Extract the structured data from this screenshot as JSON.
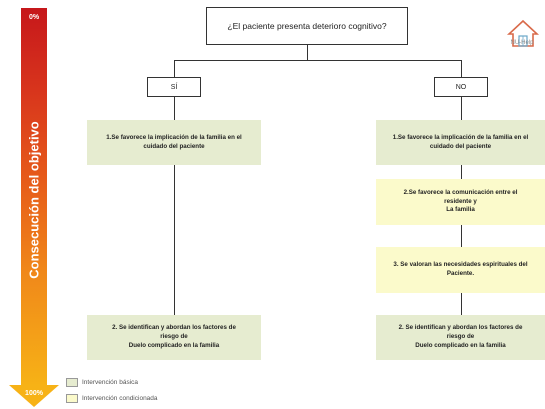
{
  "arrow": {
    "top_label": "0%",
    "bottom_label": "100%",
    "label": "Consecución del objetivo"
  },
  "question": "¿El paciente presenta deterioro cognitivo?",
  "branches": {
    "yes": "SÍ",
    "no": "NO"
  },
  "logo": {
    "text": "NU-Help",
    "icon": "house-icon"
  },
  "left_column": [
    {
      "lines": [
        "1.Se favorece la implicación de la familia en el",
        "cuidado del paciente"
      ],
      "type": "basic"
    },
    {
      "lines": [
        "2. Se identifican y abordan los factores de",
        "riesgo de",
        "Duelo complicado en la familia"
      ],
      "type": "basic"
    }
  ],
  "right_column": [
    {
      "lines": [
        "1.Se favorece la implicación de la familia en el",
        "cuidado del paciente"
      ],
      "type": "basic"
    },
    {
      "lines": [
        "2.Se favorece la comunicación entre el",
        "residente y",
        "La familia"
      ],
      "type": "conditional"
    },
    {
      "lines": [
        "3. Se valoran las necesidades espirituales del",
        "Paciente."
      ],
      "type": "conditional"
    },
    {
      "lines": [
        "2. Se identifican y abordan los factores de",
        "riesgo de",
        "Duelo complicado en la familia"
      ],
      "type": "basic"
    }
  ],
  "legend": [
    {
      "label": "Intervención básica",
      "color": "#e6ecd0"
    },
    {
      "label": "Intervención condicionada",
      "color": "#fbfacb"
    }
  ]
}
